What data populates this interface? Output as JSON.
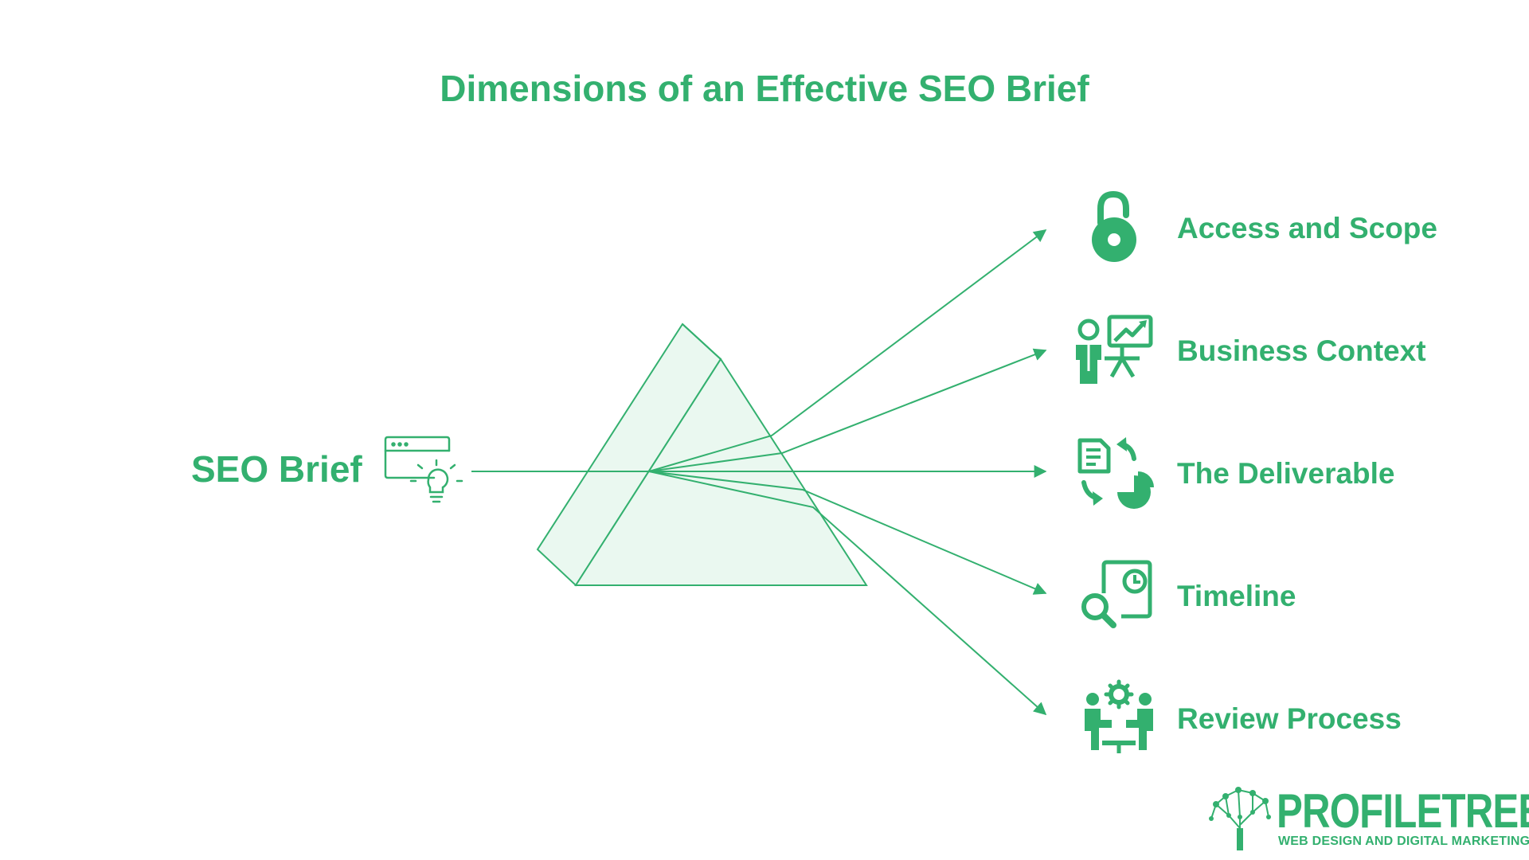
{
  "title": "Dimensions of an Effective SEO Brief",
  "source": {
    "label": "SEO Brief",
    "icon": "browser-lightbulb-icon"
  },
  "dimensions": [
    {
      "label": "Access and Scope",
      "icon": "padlock-open-icon"
    },
    {
      "label": "Business Context",
      "icon": "presenter-chart-icon"
    },
    {
      "label": "The Deliverable",
      "icon": "document-cycle-pie-icon"
    },
    {
      "label": "Timeline",
      "icon": "magnifier-clock-icon"
    },
    {
      "label": "Review Process",
      "icon": "people-gear-icon"
    }
  ],
  "brand": {
    "name": "PROFILETREE",
    "tagline": "WEB DESIGN AND DIGITAL MARKETING",
    "icon": "tree-network-logo-icon"
  },
  "colors": {
    "accent": "#33b06f",
    "prism_fill": "#eaf8f0",
    "line": "#33b06f"
  }
}
